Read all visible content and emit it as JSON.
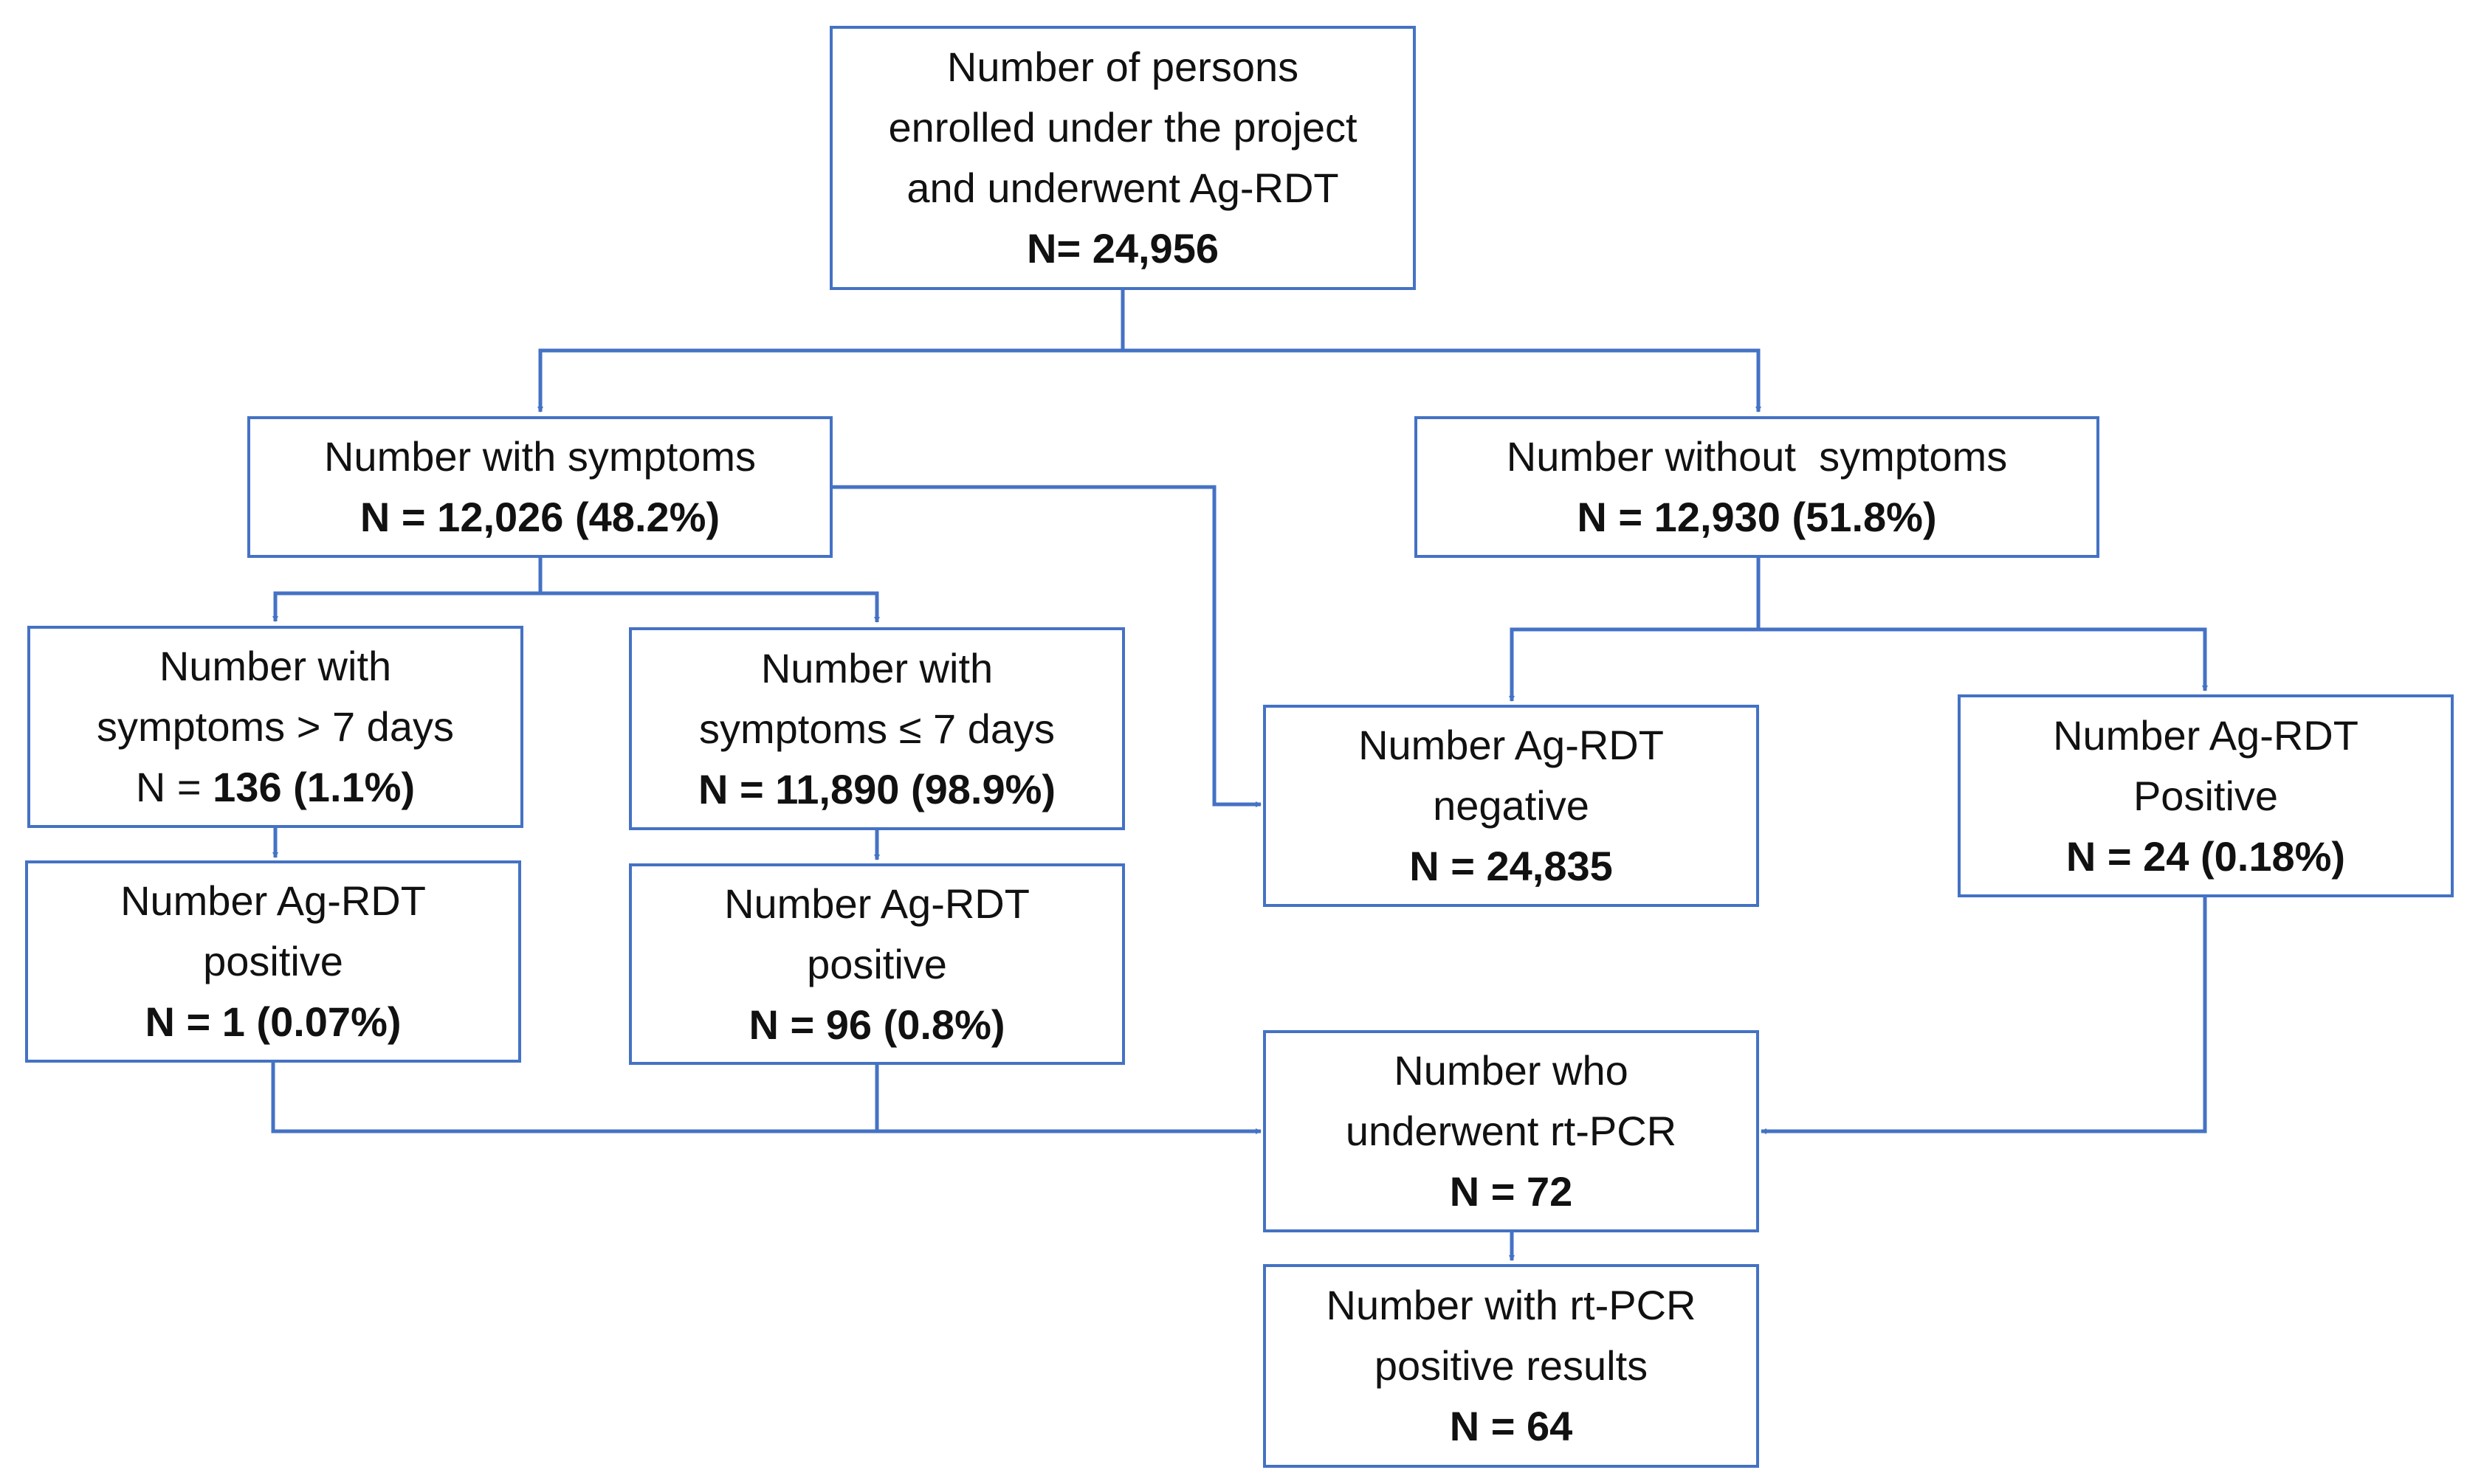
{
  "flowchart": {
    "line_color": "#4472c4",
    "nodes": {
      "enrolled": {
        "lines": [
          "Number of persons",
          "enrolled under the project",
          "and underwent Ag-RDT"
        ],
        "value": "N= 24,956"
      },
      "with_symptoms": {
        "lines": [
          "Number with symptoms"
        ],
        "value": "N = 12,026 (48.2%)"
      },
      "without_symptoms": {
        "lines": [
          "Number without  symptoms"
        ],
        "value": "N = 12,930 (51.8%)"
      },
      "symptoms_gt7": {
        "lines": [
          "Number with",
          "symptoms > 7 days"
        ],
        "value_prefix": "N = ",
        "value": "136 (1.1%)"
      },
      "symptoms_le7": {
        "lines": [
          "Number with",
          "symptoms ≤ 7 days"
        ],
        "value": "N = 11,890 (98.9%)"
      },
      "agrdt_negative": {
        "lines": [
          "Number Ag-RDT",
          "negative"
        ],
        "value": "N = 24,835"
      },
      "agrdt_positive_asymp": {
        "lines": [
          "Number Ag-RDT",
          "Positive"
        ],
        "value": "N = 24 (0.18%)"
      },
      "positive_gt7": {
        "lines": [
          "Number Ag-RDT",
          "positive"
        ],
        "value": "N = 1 (0.07%)"
      },
      "positive_le7": {
        "lines": [
          "Number Ag-RDT",
          "positive"
        ],
        "value": "N = 96 (0.8%)"
      },
      "rtpcr": {
        "lines": [
          "Number who",
          "underwent rt-PCR"
        ],
        "value": "N = 72"
      },
      "rtpcr_positive": {
        "lines": [
          "Number with rt-PCR",
          "positive results"
        ],
        "value": "N = 64"
      }
    }
  }
}
